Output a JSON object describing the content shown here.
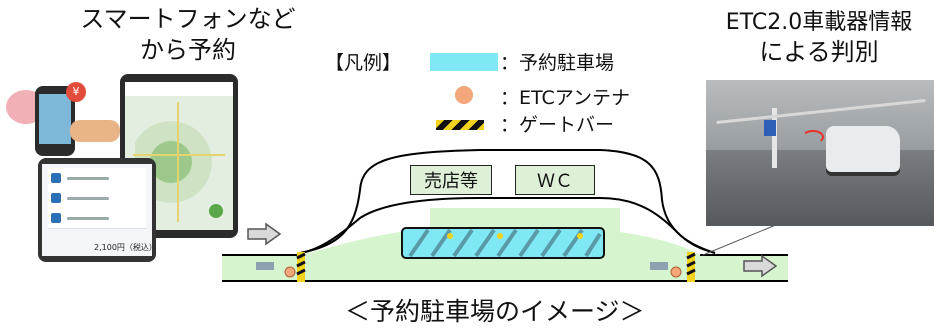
{
  "left_title": {
    "line1": "スマートフォンなど",
    "line2": "から予約"
  },
  "right_title": {
    "line1": "ETC2.0車載器情報",
    "line2": "による判別"
  },
  "legend": {
    "heading": "【凡例】",
    "items": [
      {
        "label": "：予約駐車場",
        "color": "#7fe8f4"
      },
      {
        "label": "：ETCアンテナ",
        "color": "#f3a77a"
      },
      {
        "label": "：ゲートバー",
        "color": "#f2d21b"
      }
    ]
  },
  "facilities": {
    "shop": "売店等",
    "wc": "ＷＣ"
  },
  "caption": "＜予約駐車場のイメージ＞",
  "phone_list": {
    "total": "2,100円（税込）"
  },
  "colors": {
    "road_green": "#d6f5cf",
    "reserved": "#7fe8f4",
    "antenna": "#f3a77a",
    "gate": "#f2d21b"
  }
}
